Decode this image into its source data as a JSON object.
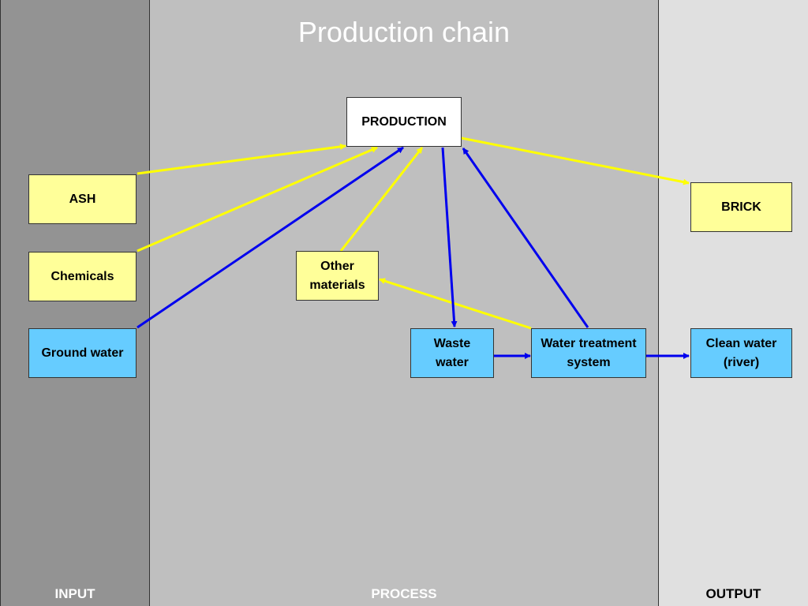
{
  "title": "Production chain",
  "lanes": {
    "input": "INPUT",
    "process": "PROCESS",
    "output": "OUTPUT"
  },
  "nodes": {
    "production": "PRODUCTION",
    "ash": "ASH",
    "chemicals": "Chemicals",
    "ground_water": "Ground water",
    "other_materials": "Other\nmaterials",
    "brick": "BRICK",
    "waste_water": "Waste\nwater",
    "water_treatment": "Water  treatment\nsystem",
    "clean_water": "Clean water\n(river)"
  },
  "colors": {
    "yellow_box": "#ffff99",
    "blue_box": "#66ccff",
    "yellow_arrow": "#ffff00",
    "blue_arrow": "#0000ee"
  }
}
